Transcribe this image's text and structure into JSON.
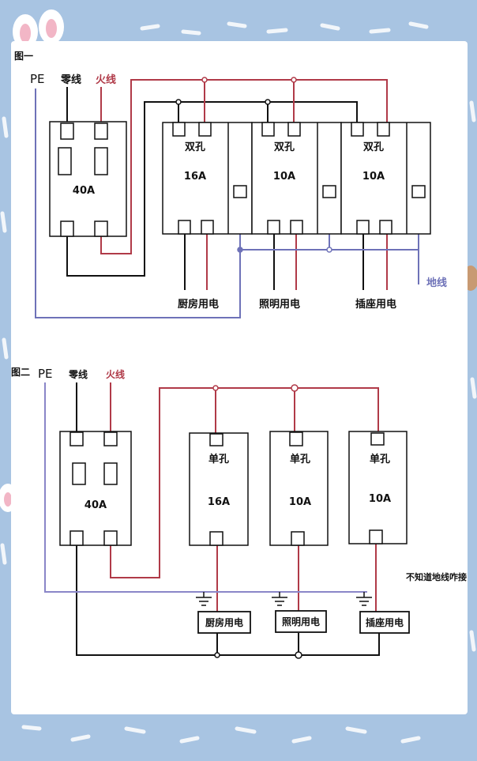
{
  "colors": {
    "background": "#a8c4e2",
    "paper": "#ffffff",
    "neutral": "#111111",
    "live": "#b03a48",
    "earth": "#6e72b8",
    "decor_dash": "#ffffff"
  },
  "fig1": {
    "title": "图一",
    "pe": "PE",
    "neutral": "零线",
    "live": "火线",
    "main_breaker": "40A",
    "breakers": [
      {
        "type": "双孔",
        "rating": "16A",
        "circuit": "厨房用电"
      },
      {
        "type": "双孔",
        "rating": "10A",
        "circuit": "照明用电"
      },
      {
        "type": "双孔",
        "rating": "10A",
        "circuit": "插座用电"
      }
    ],
    "earth_label": "地线"
  },
  "fig2": {
    "title": "图二",
    "pe": "PE",
    "neutral": "零线",
    "live": "火线",
    "main_breaker": "40A",
    "breakers": [
      {
        "type": "单孔",
        "rating": "16A",
        "circuit": "厨房用电"
      },
      {
        "type": "单孔",
        "rating": "10A",
        "circuit": "照明用电"
      },
      {
        "type": "单孔",
        "rating": "10A",
        "circuit": "插座用电"
      }
    ],
    "note": "不知道地线咋接"
  }
}
